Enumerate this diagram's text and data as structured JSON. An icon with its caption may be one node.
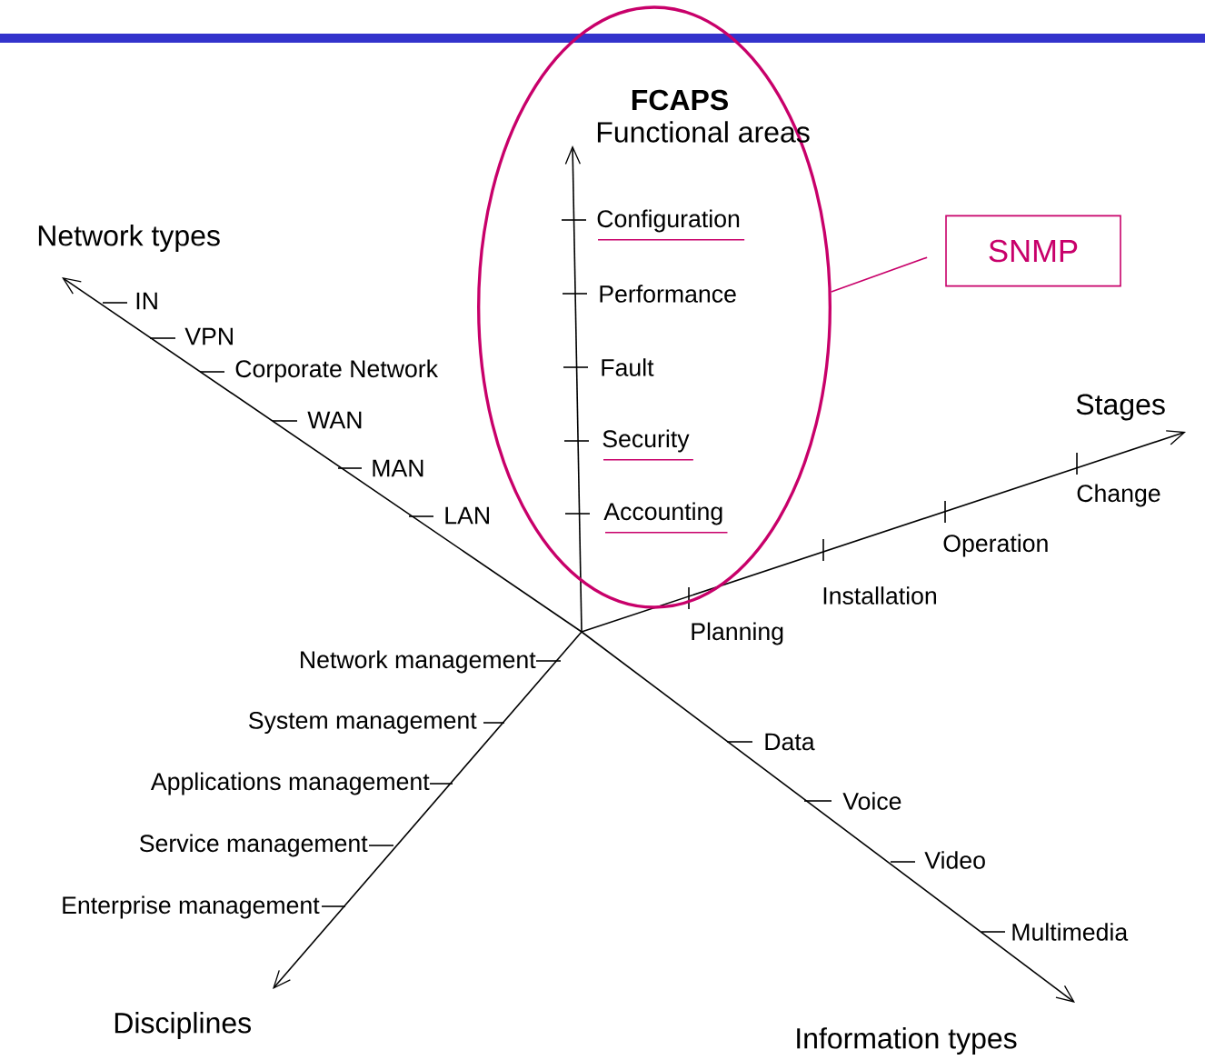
{
  "diagram": {
    "nodes": [
      {
        "text": [
          "SNMP"
        ]
      },
      {
        "text": [],
        "shape": "ellipse"
      }
    ],
    "edges": [
      {
        "from": 0,
        "to": 1,
        "arrow": "none",
        "color": "#c8006a"
      }
    ],
    "labels": [
      "FCAPS",
      "Functional areas",
      "Network types",
      "IN",
      "VPN",
      "Corporate Network",
      "WAN",
      "MAN",
      "LAN",
      "Configuration",
      "Performance",
      "Fault",
      "Security",
      "Accounting",
      "Stages",
      "Change",
      "Operation",
      "Installation",
      "Planning",
      "Network management",
      "System management",
      "Applications management",
      "Service management",
      "Enterprise management",
      "Data",
      "Voice",
      "Video",
      "Multimedia",
      "Disciplines",
      "Information types"
    ]
  }
}
